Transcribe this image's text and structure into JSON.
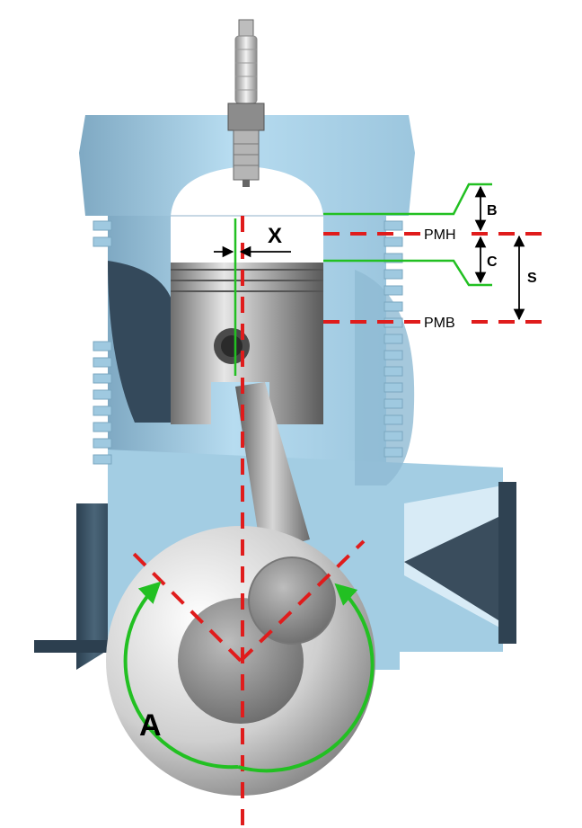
{
  "labels": {
    "top_dead_center": "PMH",
    "bottom_dead_center": "PMB",
    "offset": "X",
    "dim_b": "B",
    "dim_c": "C",
    "stroke": "S",
    "angle": "A"
  },
  "colors": {
    "guide_red": "#e01c1c",
    "guide_green": "#22c022",
    "dimension_arrow": "#000000",
    "block_light_blue": "#a9d3ea",
    "block_dark_blue": "#3d5568",
    "piston_grey": "#a9a9a9"
  },
  "icons": {
    "spark_plug": "spark-plug-icon"
  }
}
